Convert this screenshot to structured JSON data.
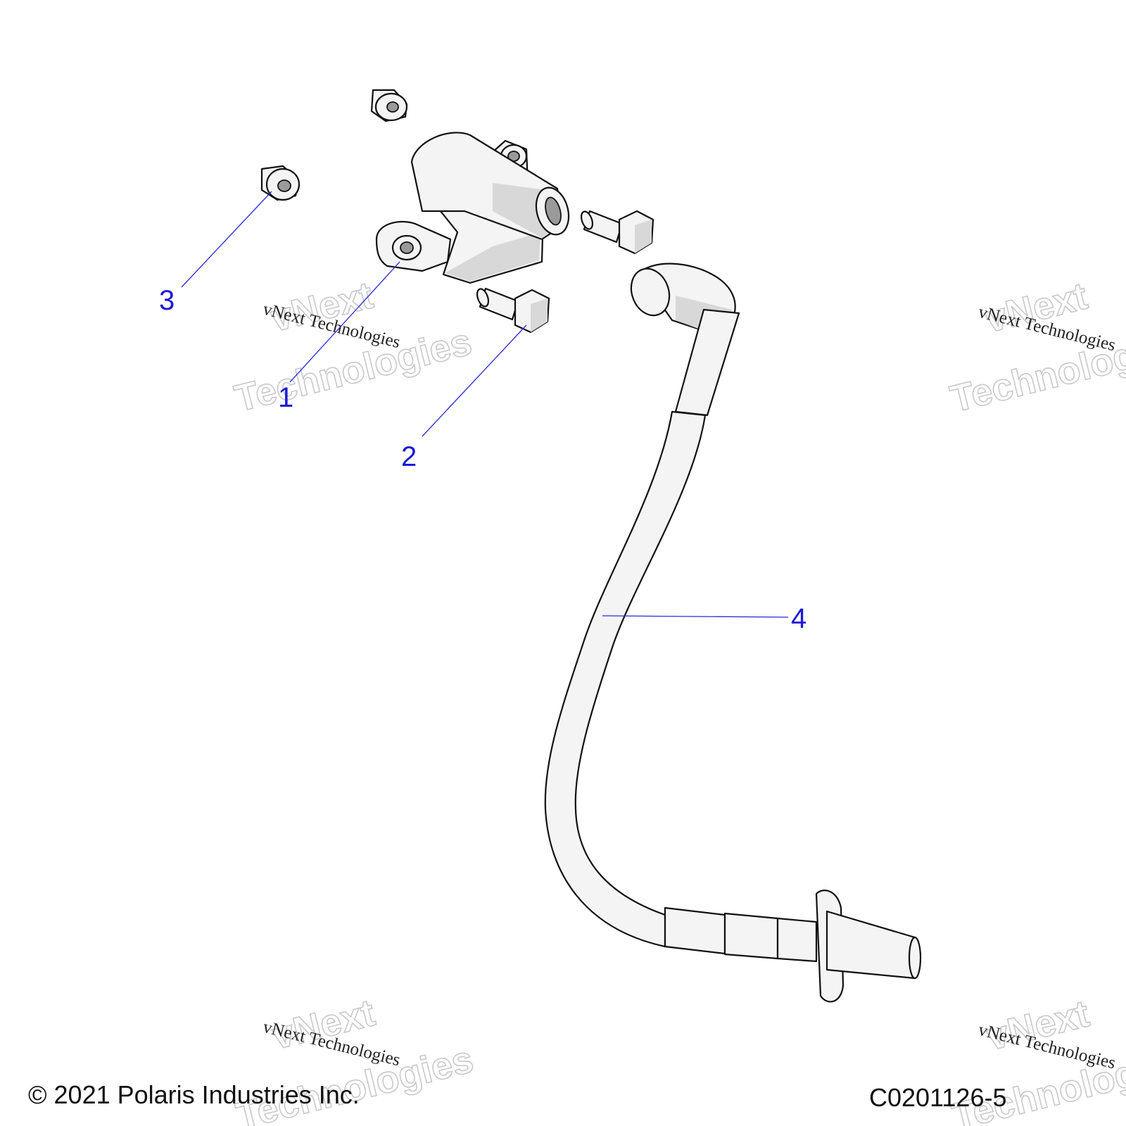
{
  "callouts": {
    "c1": "1",
    "c2": "2",
    "c3": "3",
    "c4": "4"
  },
  "watermark": {
    "line1": "vNext",
    "line2": "Technologies",
    "small": "vNext Technologies"
  },
  "footer": {
    "copyright": "© 2021 Polaris Industries Inc.",
    "diagram_id": "C0201126-5"
  },
  "colors": {
    "callout": "#1a1ad6",
    "leader": "#2a2ae0",
    "watermark": "#c9c9c9"
  }
}
